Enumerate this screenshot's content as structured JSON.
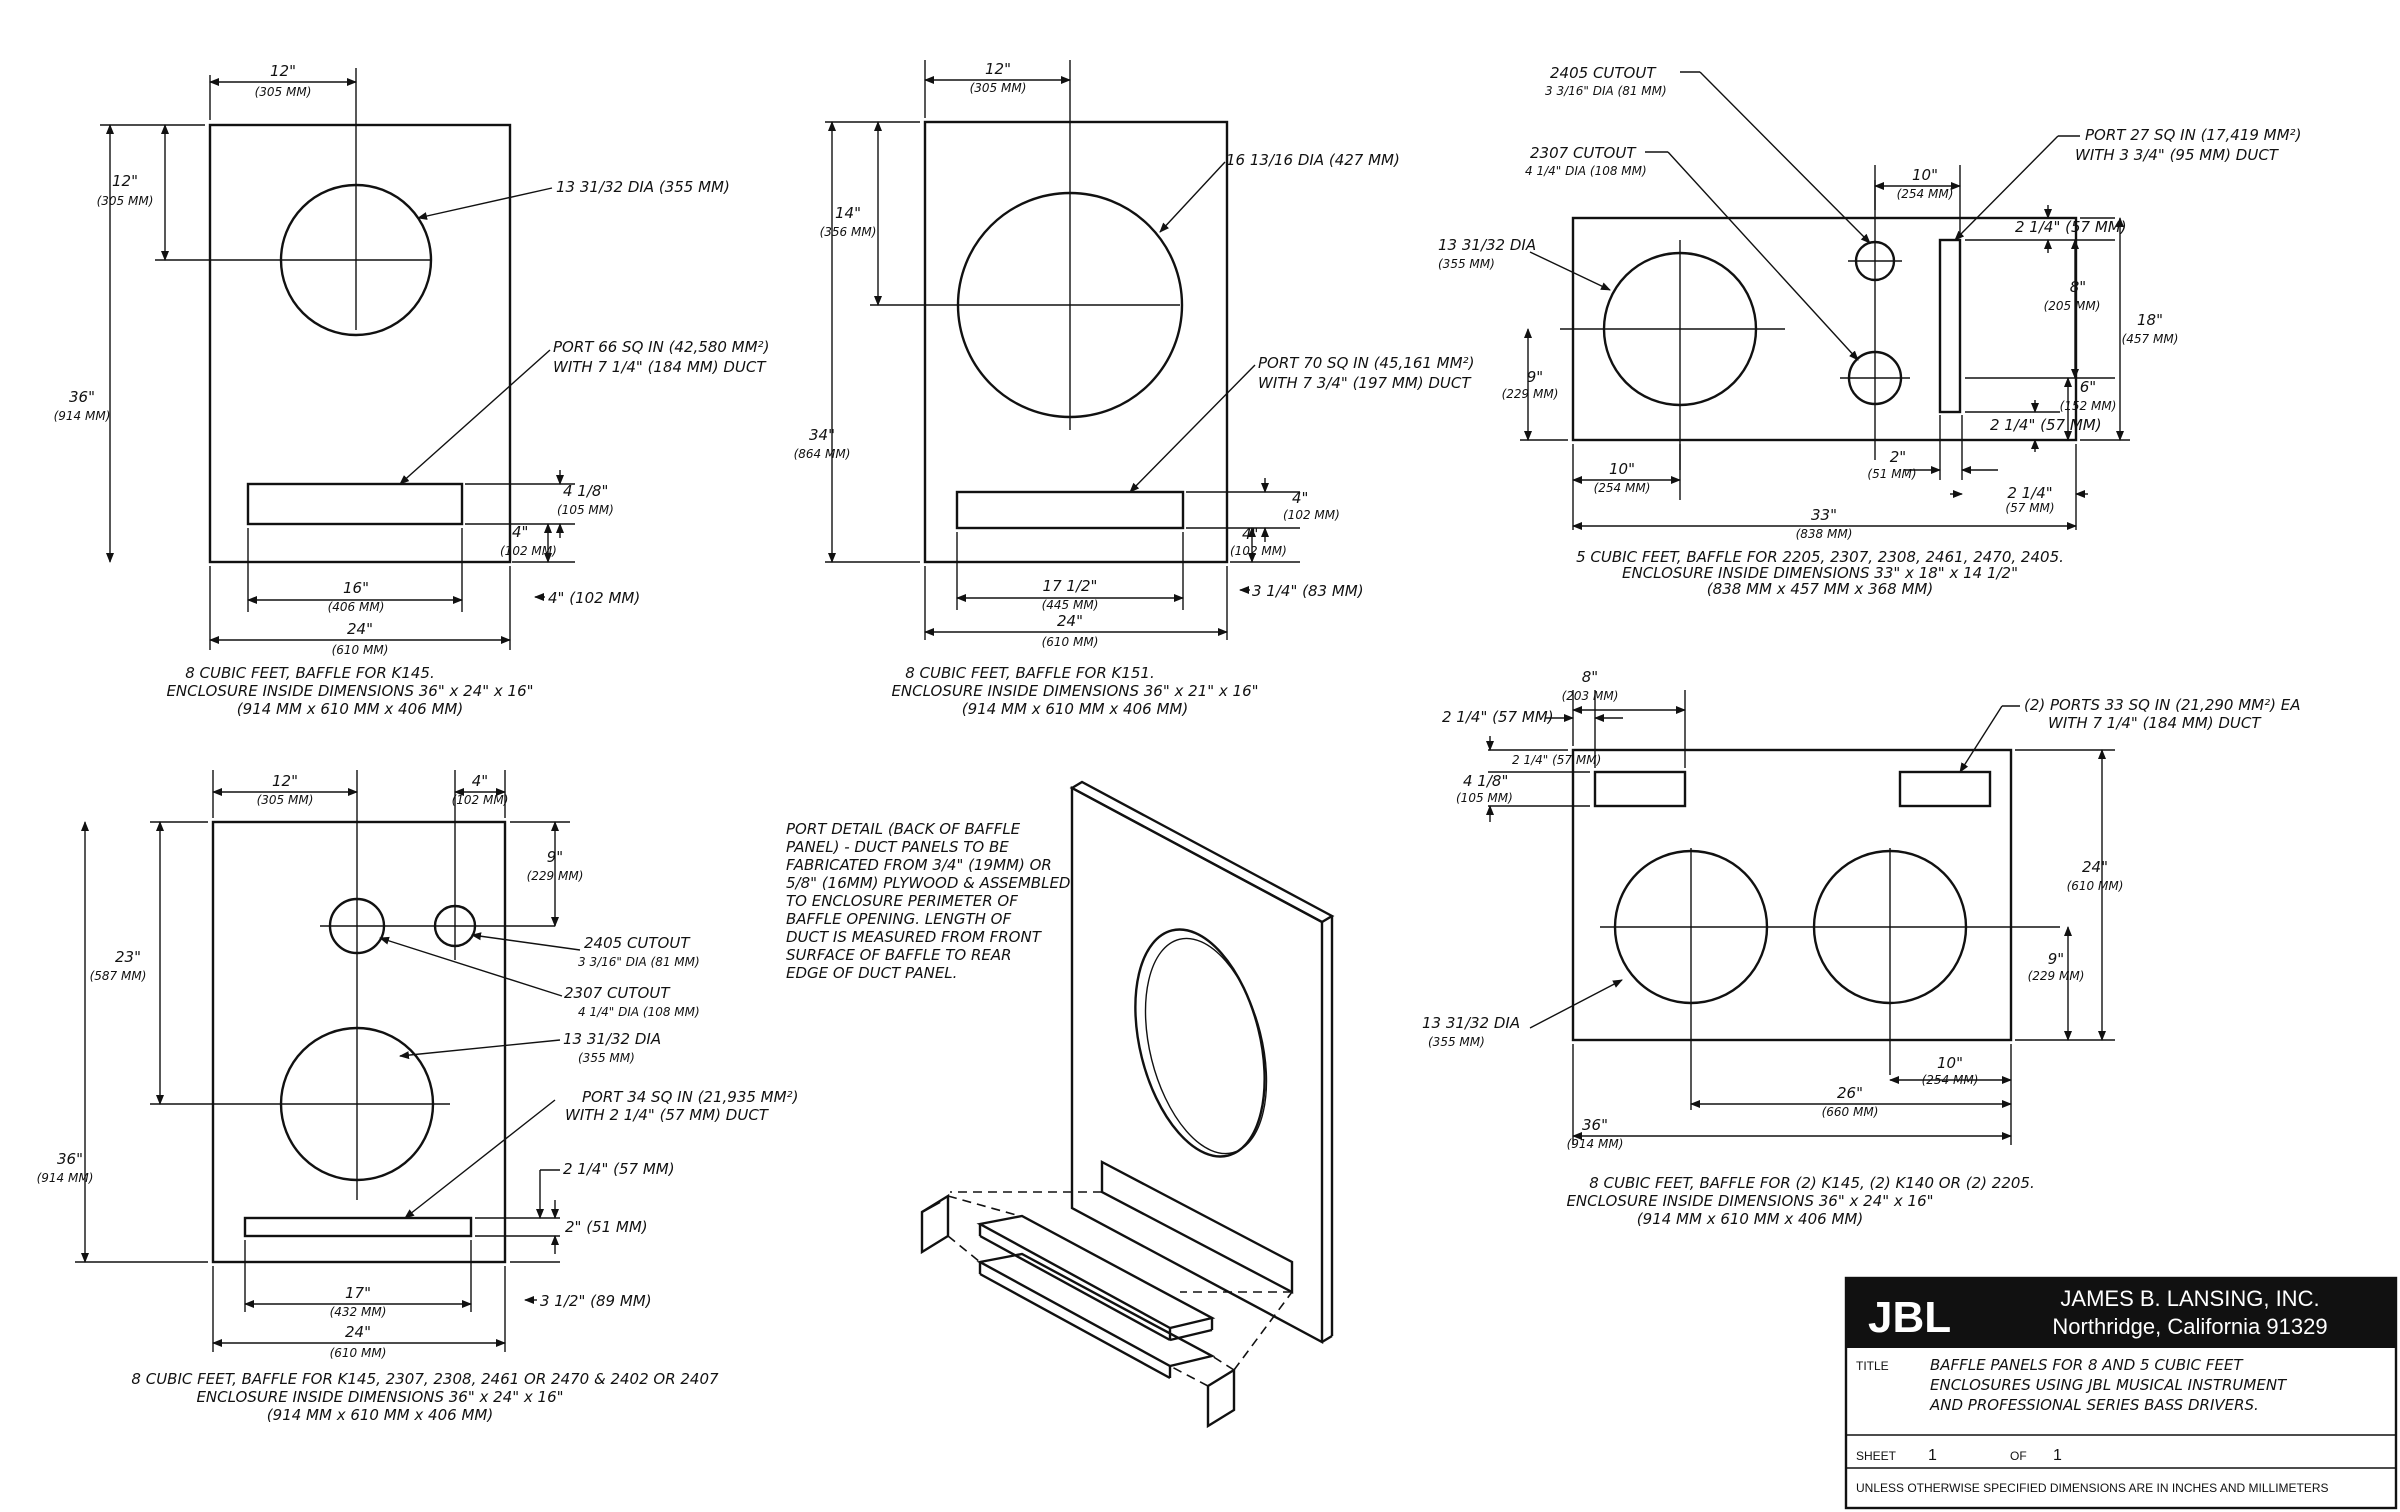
{
  "drawings": {
    "k145": {
      "dim_top": "12\"",
      "dim_top_mm": "(305 MM)",
      "dim_side_top": "12\"",
      "dim_side_top_mm": "(305 MM)",
      "dim_height": "36\"",
      "dim_height_mm": "(914 MM)",
      "driver_note": "13 31/32 DIA (355 MM)",
      "port_note_1": "PORT 66 SQ IN (42,580 MM²)",
      "port_note_2": "WITH 7 1/4\" (184 MM) DUCT",
      "port_h": "4 1/8\"",
      "port_h_mm": "(105 MM)",
      "port_gap": "4\"",
      "port_gap_mm": "(102 MM)",
      "port_w": "16\"",
      "port_w_mm": "(406 MM)",
      "bottom": "4\" (102 MM)",
      "width": "24\"",
      "width_mm": "(610 MM)",
      "caption_1": "8 CUBIC FEET, BAFFLE FOR K145.",
      "caption_2": "ENCLOSURE INSIDE DIMENSIONS 36\" x 24\" x 16\"",
      "caption_3": "(914 MM x 610 MM x 406 MM)"
    },
    "k151": {
      "dim_top": "12\"",
      "dim_top_mm": "(305 MM)",
      "dim_side_top": "14\"",
      "dim_side_top_mm": "(356 MM)",
      "dim_height": "34\"",
      "dim_height_mm": "(864 MM)",
      "driver_note": "16 13/16 DIA (427 MM)",
      "port_note_1": "PORT 70 SQ IN (45,161 MM²)",
      "port_note_2": "WITH 7 3/4\" (197 MM) DUCT",
      "port_h": "4\"",
      "port_h_mm": "(102 MM)",
      "port_gap": "4\"",
      "port_gap_mm": "(102 MM)",
      "port_w": "17 1/2\"",
      "port_w_mm": "(445 MM)",
      "bottom": "3 1/4\" (83 MM)",
      "width": "24\"",
      "width_mm": "(610 MM)",
      "caption_1": "8 CUBIC FEET, BAFFLE FOR K151.",
      "caption_2": "ENCLOSURE INSIDE DIMENSIONS 36\" x 21\" x 16\"",
      "caption_3": "(914 MM x 610 MM x 406 MM)"
    },
    "five_cu": {
      "cut2405_1": "2405 CUTOUT",
      "cut2405_2": "3 3/16\" DIA (81 MM)",
      "cut2307_1": "2307 CUTOUT",
      "cut2307_2": "4 1/4\" DIA (108 MM)",
      "drv_1": "13 31/32 DIA",
      "drv_2": "(355 MM)",
      "port_1": "PORT 27 SQ IN (17,419 MM²)",
      "port_2": "WITH 3 3/4\" (95 MM) DUCT",
      "d10": "10\"",
      "d10_mm": "(254 MM)",
      "d2_25a": "2 1/4\" (57 MM)",
      "d8": "8\"",
      "d8_mm": "(205 MM)",
      "d18": "18\"",
      "d18_mm": "(457 MM)",
      "d6": "6\"",
      "d6_mm": "(152 MM)",
      "d2_25b": "2 1/4\" (57 MM)",
      "d9": "9\"",
      "d9_mm": "(229 MM)",
      "d10b": "10\"",
      "d10b_mm": "(254 MM)",
      "d2": "2\"",
      "d2_mm": "(51 MM)",
      "d2_25c": "2 1/4\"",
      "d2_25c_mm": "(57 MM)",
      "d33": "33\"",
      "d33_mm": "(838 MM)",
      "caption_1": "5 CUBIC FEET, BAFFLE FOR 2205, 2307, 2308, 2461, 2470, 2405.",
      "caption_2": "ENCLOSURE INSIDE DIMENSIONS 33\" x 18\" x 14 1/2\"",
      "caption_3": "(838 MM x 457 MM x 368 MM)"
    },
    "multi": {
      "d12": "12\"",
      "d12_mm": "(305 MM)",
      "d4": "4\"",
      "d4_mm": "(102 MM)",
      "d9": "9\"",
      "d9_mm": "(229 MM)",
      "d23": "23\"",
      "d23_mm": "(587 MM)",
      "d36": "36\"",
      "d36_mm": "(914 MM)",
      "cut2405_1": "2405 CUTOUT",
      "cut2405_2": "3 3/16\" DIA (81 MM)",
      "cut2307_1": "2307 CUTOUT",
      "cut2307_2": "4 1/4\" DIA (108 MM)",
      "drv_1": "13 31/32 DIA",
      "drv_2": "(355 MM)",
      "port_1": "PORT 34 SQ IN (21,935 MM²)",
      "port_2": "WITH 2 1/4\" (57 MM) DUCT",
      "d2_25": "2 1/4\" (57 MM)",
      "d2": "2\" (51 MM)",
      "d17": "17\"",
      "d17_mm": "(432 MM)",
      "d3_5": "3 1/2\" (89 MM)",
      "d24": "24\"",
      "d24_mm": "(610 MM)",
      "caption_1": "8 CUBIC FEET, BAFFLE FOR K145, 2307, 2308, 2461 OR 2470 & 2402 OR 2407",
      "caption_2": "ENCLOSURE INSIDE DIMENSIONS 36\" x 24\" x 16\"",
      "caption_3": "(914 MM x 610 MM x 406 MM)"
    },
    "port_detail": {
      "lines": [
        "PORT DETAIL (BACK OF BAFFLE",
        "PANEL) - DUCT PANELS TO BE",
        "FABRICATED FROM 3/4\" (19MM) OR",
        "5/8\" (16MM) PLYWOOD & ASSEMBLED",
        "TO ENCLOSURE PERIMETER OF",
        "BAFFLE OPENING. LENGTH OF",
        "DUCT IS MEASURED FROM FRONT",
        "SURFACE OF BAFFLE TO REAR",
        "EDGE OF DUCT PANEL."
      ]
    },
    "dual": {
      "d8": "8\"",
      "d8_mm": "(203 MM)",
      "d2_25a": "2 1/4\" (57 MM)",
      "d2_25b": "2 1/4\" (57 MM)",
      "d4_125": "4 1/8\"",
      "d4_125_mm": "(105 MM)",
      "port_1": "(2) PORTS 33 SQ IN (21,290 MM²) EA",
      "port_2": "WITH 7 1/4\" (184 MM) DUCT",
      "d24": "24\"",
      "d24_mm": "(610 MM)",
      "d9": "9\"",
      "d9_mm": "(229 MM)",
      "drv_1": "13 31/32 DIA",
      "drv_2": "(355 MM)",
      "d10": "10\"",
      "d10_mm": "(254 MM)",
      "d26": "26\"",
      "d26_mm": "(660 MM)",
      "d36": "36\"",
      "d36_mm": "(914 MM)",
      "caption_1": "8 CUBIC FEET, BAFFLE FOR (2) K145, (2) K140 OR (2) 2205.",
      "caption_2": "ENCLOSURE INSIDE DIMENSIONS 36\" x 24\" x 16\"",
      "caption_3": "(914 MM x 610 MM x 406 MM)"
    }
  },
  "title_block": {
    "logo": "JBL",
    "company": "JAMES B. LANSING, INC.",
    "location": "Northridge, California 91329",
    "title_label": "TITLE",
    "title_1": "BAFFLE PANELS FOR 8 AND 5 CUBIC FEET",
    "title_2": "ENCLOSURES USING JBL MUSICAL INSTRUMENT",
    "title_3": "AND PROFESSIONAL SERIES BASS DRIVERS.",
    "sheet_label": "SHEET",
    "sheet_value": "1",
    "of_label": "OF",
    "of_value": "1",
    "footer": "UNLESS OTHERWISE SPECIFIED DIMENSIONS ARE IN INCHES AND MILLIMETERS"
  }
}
